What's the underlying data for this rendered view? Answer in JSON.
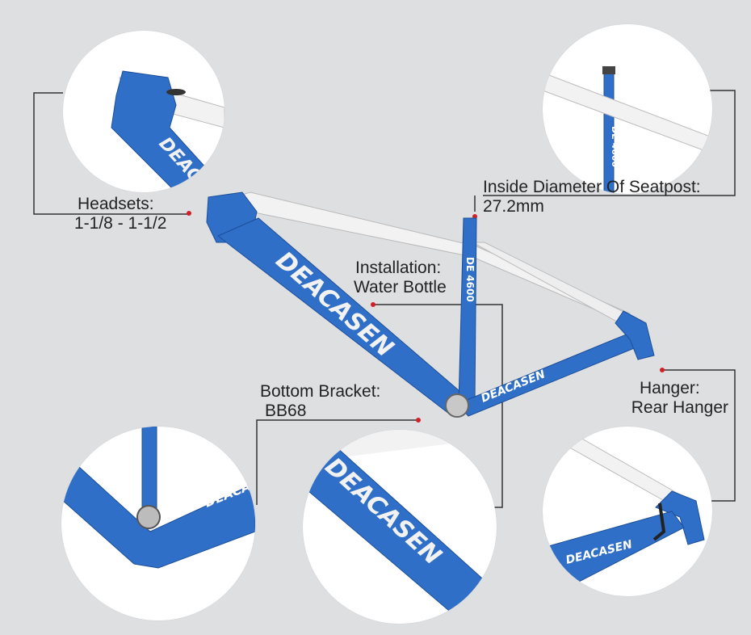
{
  "brand": "DEACASEN",
  "model": "DE 4600",
  "colors": {
    "frame_blue": "#2f6fc7",
    "frame_white": "#f2f2f2",
    "background": "#dedfe1",
    "marker_red": "#d32027"
  },
  "callouts": {
    "headsets": {
      "title": "Headsets:",
      "value": "1-1/8 - 1-1/2"
    },
    "seatpost": {
      "title": "Inside Diameter Of Seatpost:",
      "value": "27.2mm"
    },
    "water_bottle": {
      "title": "Installation:",
      "value": "Water Bottle"
    },
    "bottom_bracket": {
      "title": "Bottom Bracket:",
      "value": "BB68"
    },
    "hanger": {
      "title": "Hanger:",
      "value": "Rear Hanger"
    }
  }
}
